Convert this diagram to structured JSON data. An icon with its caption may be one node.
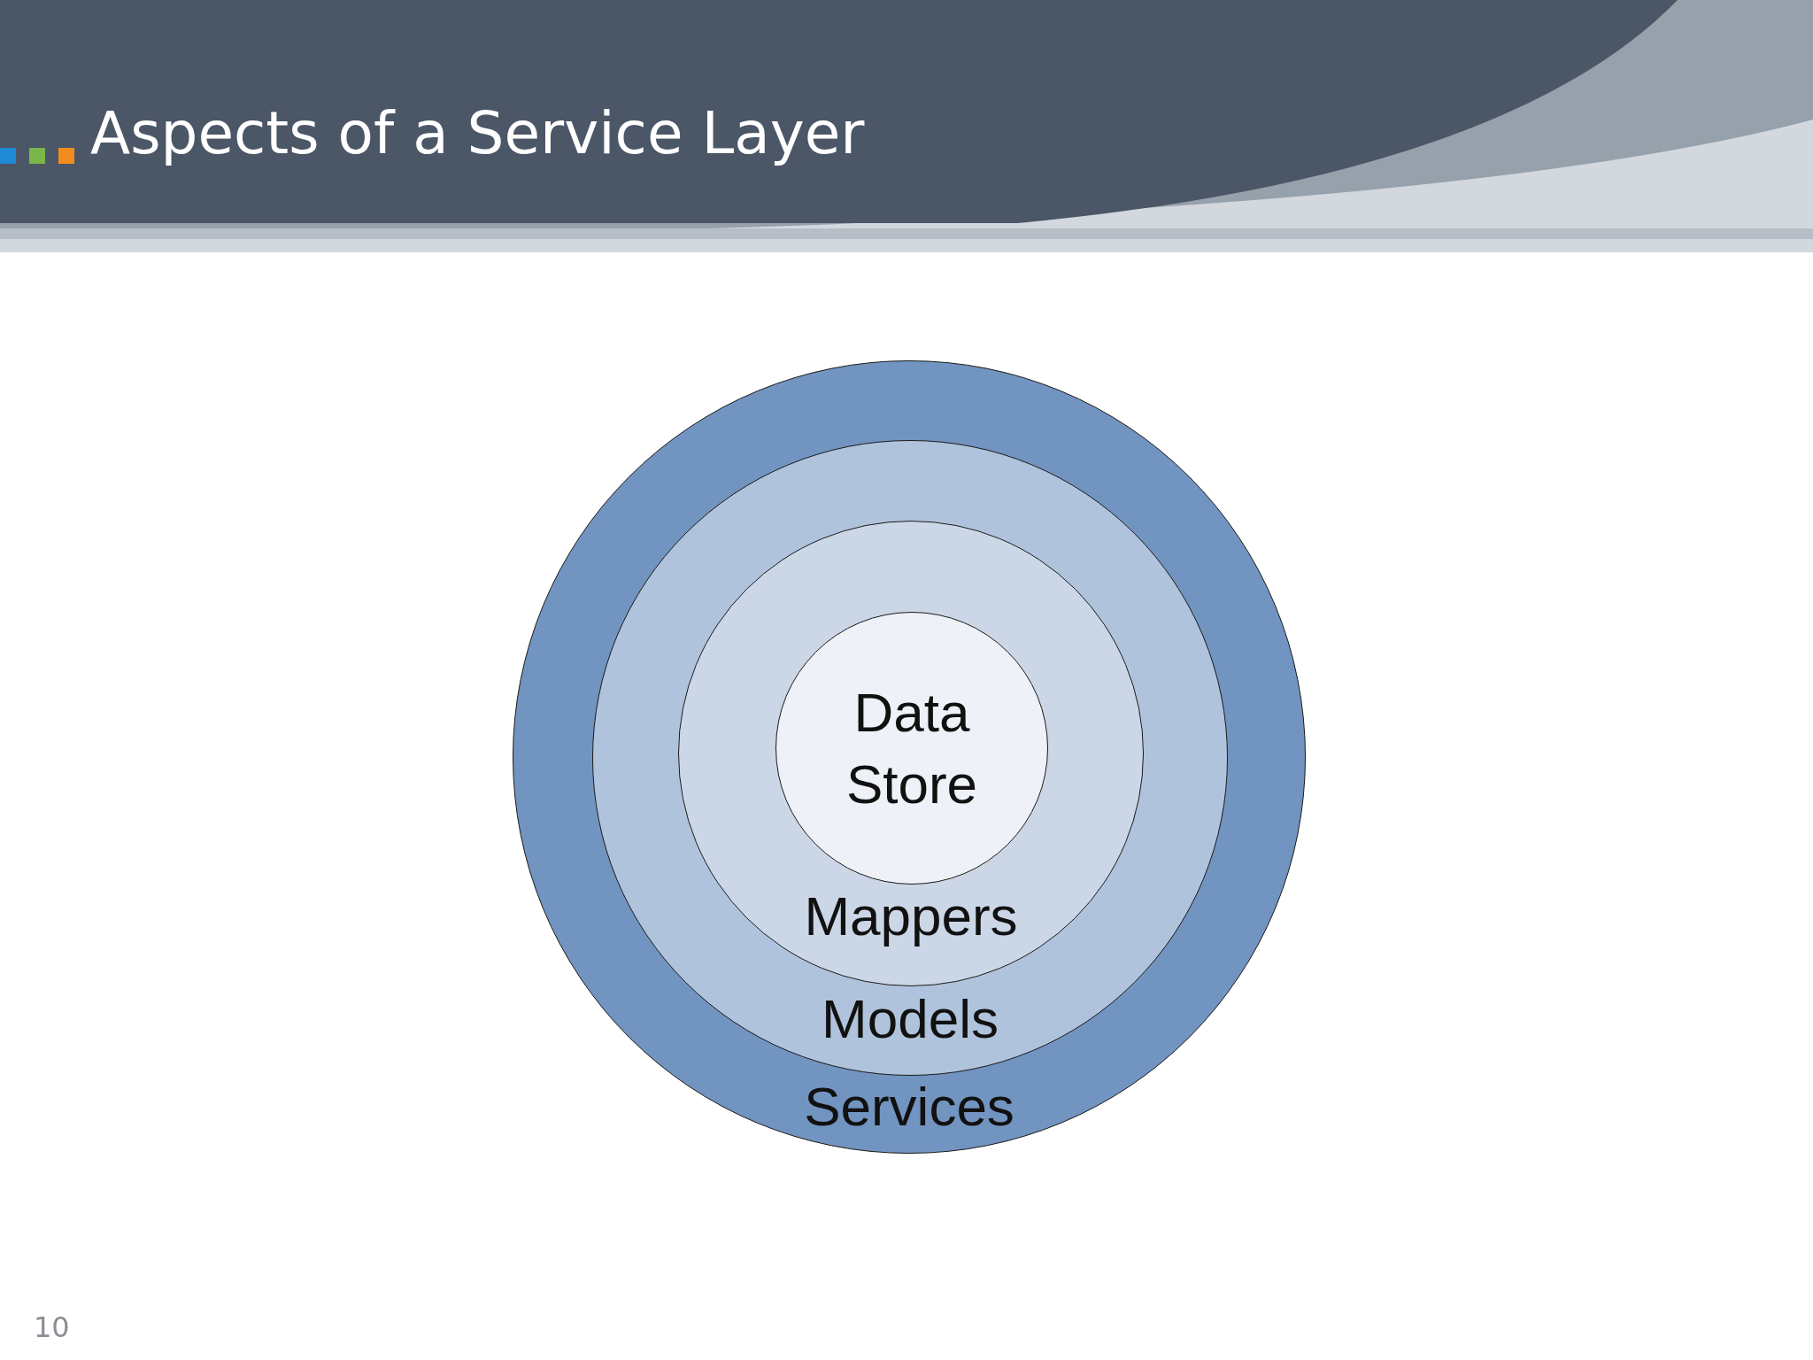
{
  "diagram": {
    "title": "Aspects of a Service Layer",
    "nodes": [
      {
        "text": [
          "Services"
        ]
      },
      {
        "text": [
          "Models"
        ],
        "in": 0
      },
      {
        "text": [
          "Mappers"
        ],
        "in": 1
      },
      {
        "text": [
          "Data Store"
        ],
        "in": 2
      }
    ],
    "labels": [
      "10"
    ]
  }
}
